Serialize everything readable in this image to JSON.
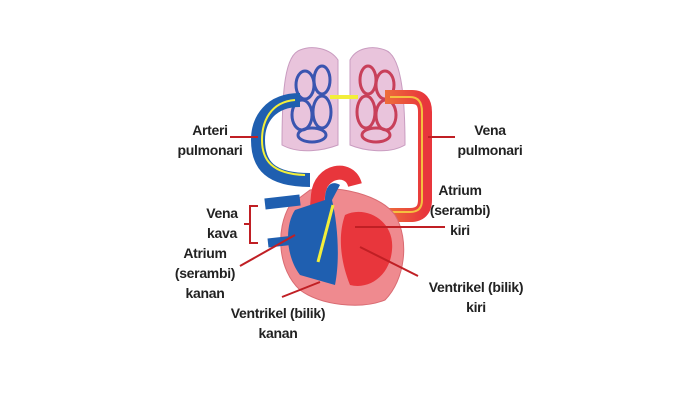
{
  "title": "Peredaran darah kecil (pulmonal)",
  "colors": {
    "oxygen_poor": "#1f5fb0",
    "oxygen_rich": "#e8363c",
    "lung": "#e9c4dc",
    "heart": "#ef8a8f",
    "flow_arrow": "#f2ee3a",
    "leader_line": "#c01f24"
  },
  "labels": {
    "arteri_pulmonari": [
      "Arteri",
      "pulmonari"
    ],
    "vena_pulmonari": [
      "Vena",
      "pulmonari"
    ],
    "atrium_kiri": [
      "Atrium",
      "(serambi)",
      "kiri"
    ],
    "vena_kava": [
      "Vena",
      "kava"
    ],
    "atrium_kanan": [
      "Atrium",
      "(serambi)",
      "kanan"
    ],
    "ventrikel_kanan": [
      "Ventrikel (bilik)",
      "kanan"
    ],
    "ventrikel_kiri": [
      "Ventrikel (bilik)",
      "kiri"
    ]
  }
}
